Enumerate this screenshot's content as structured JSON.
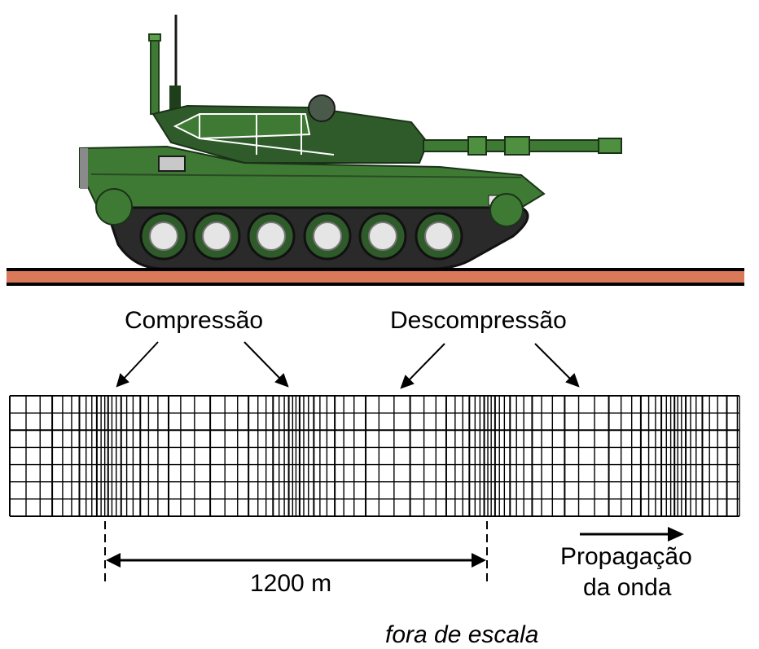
{
  "labels": {
    "compression": "Compressão",
    "decompression": "Descompressão",
    "distance": "1200 m",
    "propagation_line1": "Propagação",
    "propagation_line2": "da onda",
    "scale_note": "fora de escala"
  },
  "colors": {
    "tank_dark": "#2f5a2a",
    "tank_mid": "#3f7a34",
    "tank_light": "#5f9f4a",
    "ground": "#d9795a",
    "line": "#000000"
  },
  "icons": {
    "vehicle": "tank-icon"
  }
}
